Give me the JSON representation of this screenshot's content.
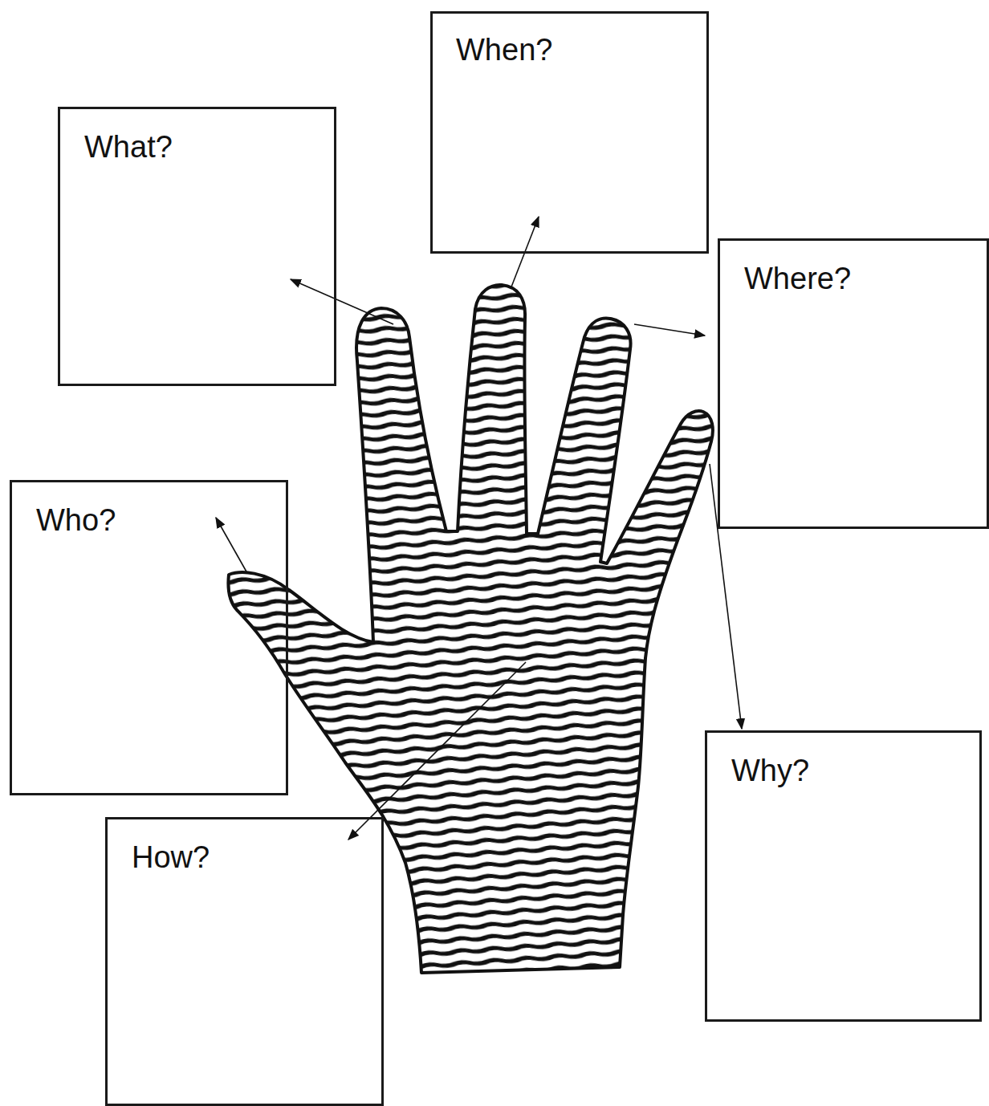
{
  "diagram": {
    "nodes": [
      {
        "text": [
          "What?"
        ]
      },
      {
        "text": [
          "When?"
        ]
      },
      {
        "text": [
          "Where?"
        ]
      },
      {
        "text": [
          "Who?"
        ]
      },
      {
        "text": [
          "How?"
        ]
      },
      {
        "text": [
          "Why?"
        ]
      }
    ]
  }
}
